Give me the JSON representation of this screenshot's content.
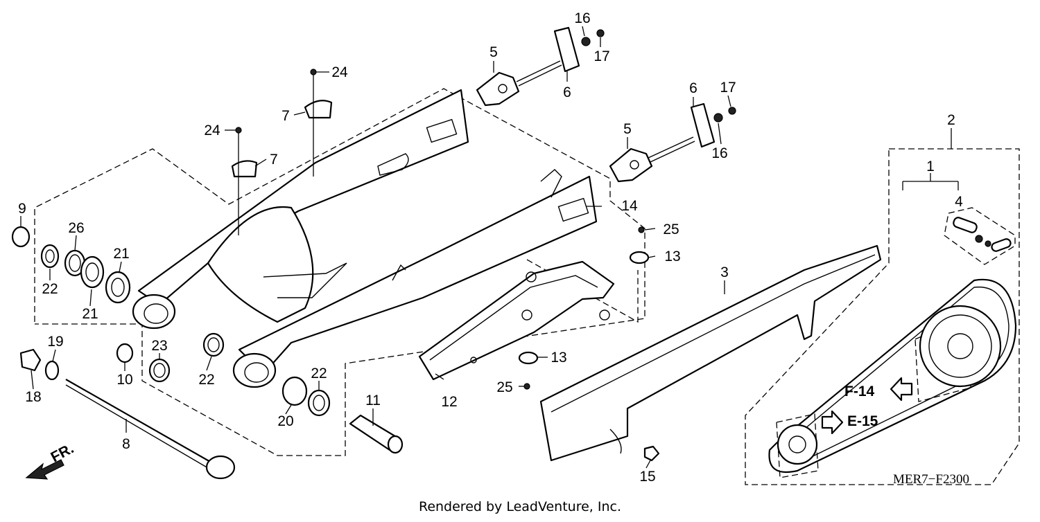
{
  "diagram": {
    "code": "MER7−F2300",
    "footer": "Rendered by LeadVenture, Inc.",
    "direction_label": "FR.",
    "refs": {
      "f14": "F-14",
      "e15": "E-15"
    },
    "callouts": {
      "c1": "1",
      "c2": "2",
      "c3": "3",
      "c4": "4",
      "c5a": "5",
      "c5b": "5",
      "c6a": "6",
      "c6b": "6",
      "c7a": "7",
      "c7b": "7",
      "c8": "8",
      "c9": "9",
      "c10": "10",
      "c11": "11",
      "c12": "12",
      "c13a": "13",
      "c13b": "13",
      "c14": "14",
      "c15": "15",
      "c16a": "16",
      "c16b": "16",
      "c17a": "17",
      "c17b": "17",
      "c18": "18",
      "c19": "19",
      "c20": "20",
      "c21a": "21",
      "c21b": "21",
      "c22a": "22",
      "c22b": "22",
      "c22c": "22",
      "c23": "23",
      "c24a": "24",
      "c24b": "24",
      "c25a": "25",
      "c25b": "25",
      "c26": "26"
    }
  }
}
